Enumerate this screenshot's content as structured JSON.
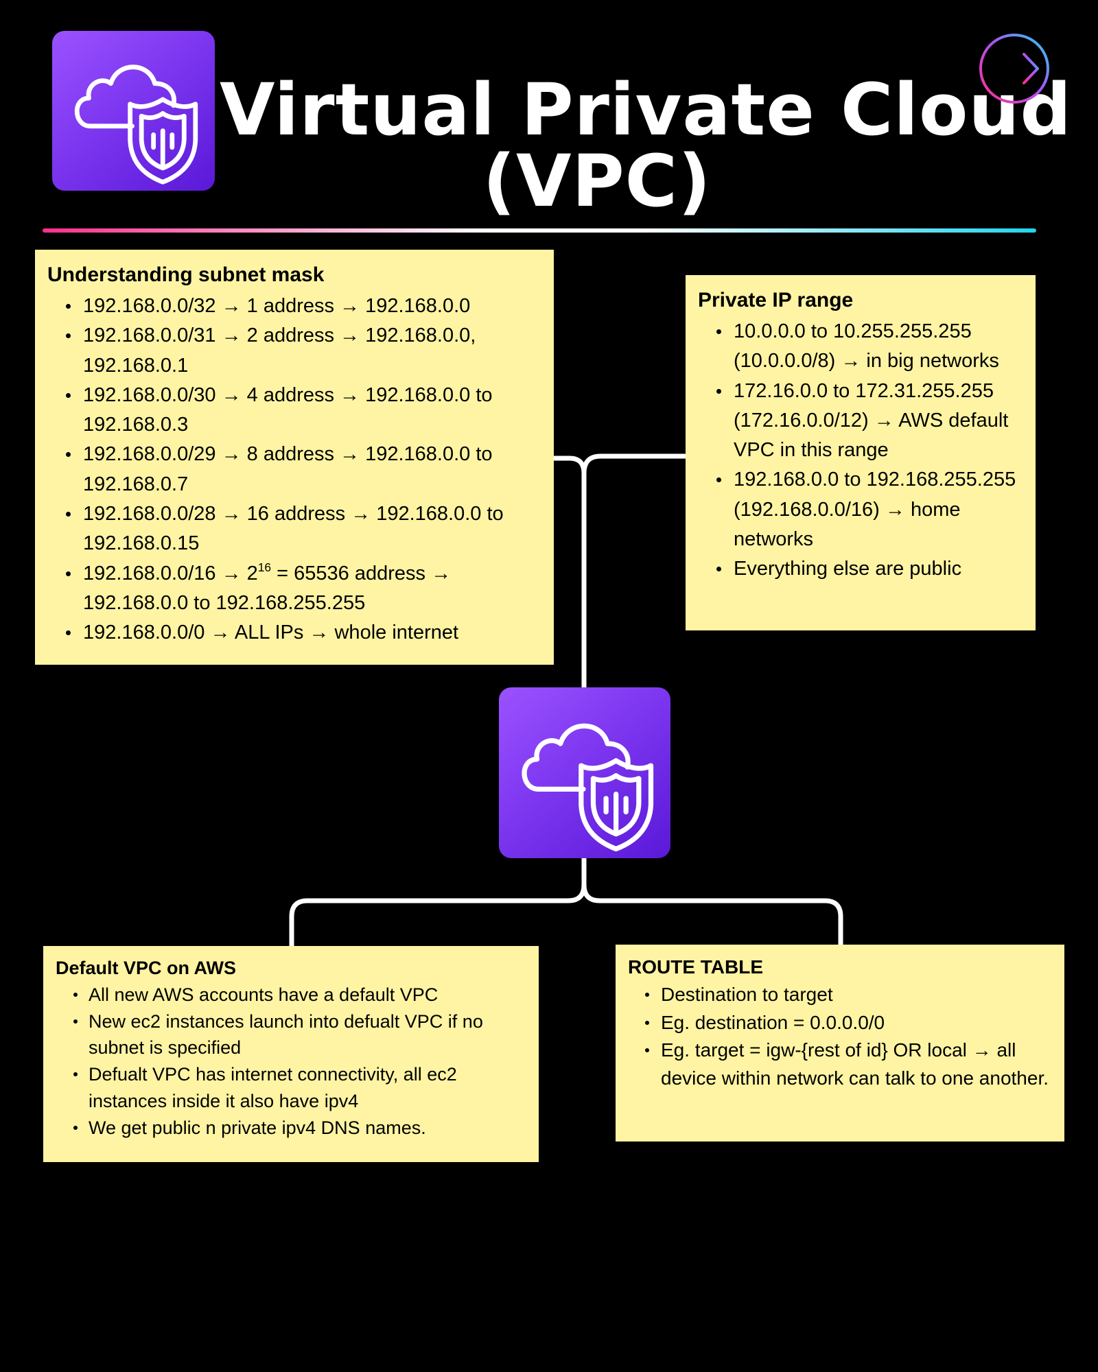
{
  "header": {
    "title_line1": "Virtual Private Cloud",
    "title_line2": "(VPC)"
  },
  "icons": {
    "service": "vpc-cloud-shield-icon",
    "next": "arrow-right-circle-icon"
  },
  "colors": {
    "background": "#000000",
    "note": "#fff4a3",
    "icon_gradient_start": "#9b52ff",
    "icon_gradient_end": "#5a18d8",
    "rule_left": "#ff2f8e",
    "rule_right": "#22d3ee"
  },
  "subnet_mask": {
    "heading": "Understanding subnet mask",
    "items": [
      "192.168.0.0/32 → 1 address → 192.168.0.0",
      "192.168.0.0/31 → 2 address → 192.168.0.0, 192.168.0.1",
      "192.168.0.0/30 → 4 address → 192.168.0.0 to 192.168.0.3",
      "192.168.0.0/29 → 8 address → 192.168.0.0 to 192.168.0.7",
      "192.168.0.0/28 → 16 address → 192.168.0.0 to 192.168.0.15",
      {
        "before": "192.168.0.0/16 → 2",
        "sup": "16",
        "after": " = 65536 address → 192.168.0.0 to 192.168.255.255"
      },
      "192.168.0.0/0 → ALL IPs → whole internet"
    ]
  },
  "private_ip": {
    "heading": "Private IP range",
    "items": [
      "10.0.0.0 to 10.255.255.255 (10.0.0.0/8) → in big networks",
      "172.16.0.0 to 172.31.255.255 (172.16.0.0/12) → AWS default VPC in this range",
      "192.168.0.0 to 192.168.255.255 (192.168.0.0/16) → home networks",
      "Everything else are public"
    ]
  },
  "default_vpc": {
    "heading": "Default VPC on AWS",
    "items": [
      "All new AWS accounts have a default VPC",
      "New ec2 instances launch into defualt VPC if no subnet is specified",
      "Defualt VPC has internet connectivity, all ec2 instances inside it also have ipv4",
      "We get public n private ipv4 DNS names."
    ]
  },
  "route_table": {
    "heading": "ROUTE TABLE",
    "items": [
      "Destination to target",
      "Eg. destination = 0.0.0.0/0",
      "Eg. target = igw-{rest of id} OR local → all device within network can talk to one another."
    ]
  }
}
